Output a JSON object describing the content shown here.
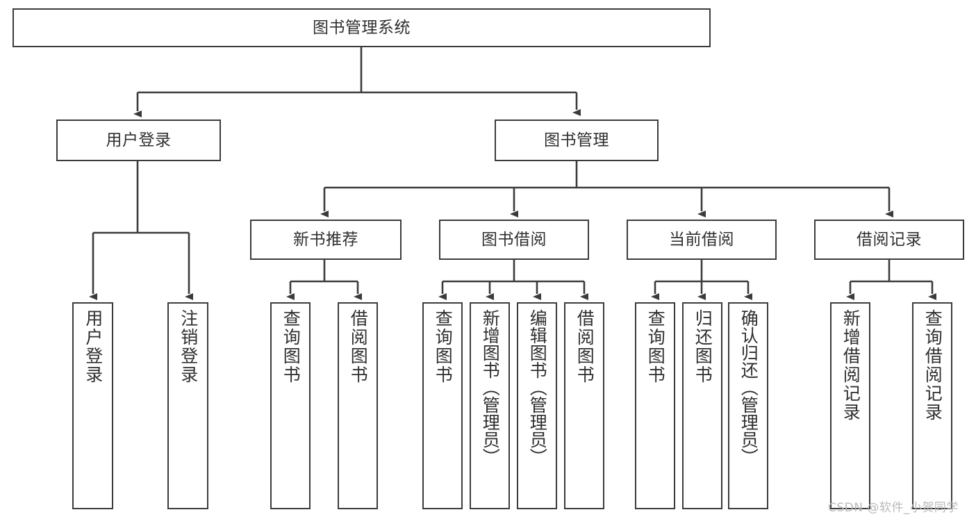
{
  "diagram": {
    "title": "图书管理系统",
    "type": "hierarchy-tree",
    "root": {
      "label": "图书管理系统"
    },
    "level2": [
      {
        "label": "用户登录"
      },
      {
        "label": "图书管理"
      }
    ],
    "level3": [
      {
        "label": "新书推荐"
      },
      {
        "label": "图书借阅"
      },
      {
        "label": "当前借阅"
      },
      {
        "label": "借阅记录"
      }
    ],
    "leaves": {
      "user_login": [
        {
          "label": "用户登录"
        },
        {
          "label": "注销登录"
        }
      ],
      "new_book_recommend": [
        {
          "label": "查询图书"
        },
        {
          "label": "借阅图书"
        }
      ],
      "book_borrow": [
        {
          "label": "查询图书"
        },
        {
          "label": "新增图书（管理员）"
        },
        {
          "label": "编辑图书（管理员）"
        },
        {
          "label": "借阅图书"
        }
      ],
      "current_borrow": [
        {
          "label": "查询图书"
        },
        {
          "label": "归还图书"
        },
        {
          "label": "确认归还（管理员）"
        }
      ],
      "borrow_records": [
        {
          "label": "新增借阅记录"
        },
        {
          "label": "查询借阅记录"
        }
      ]
    }
  },
  "watermark": {
    "text": "CSDN @软件_小贺同学"
  },
  "colors": {
    "stroke": "#3b3b3b",
    "text": "#2f2f2f",
    "background": "#ffffff",
    "watermark": "#b9b9b9"
  }
}
